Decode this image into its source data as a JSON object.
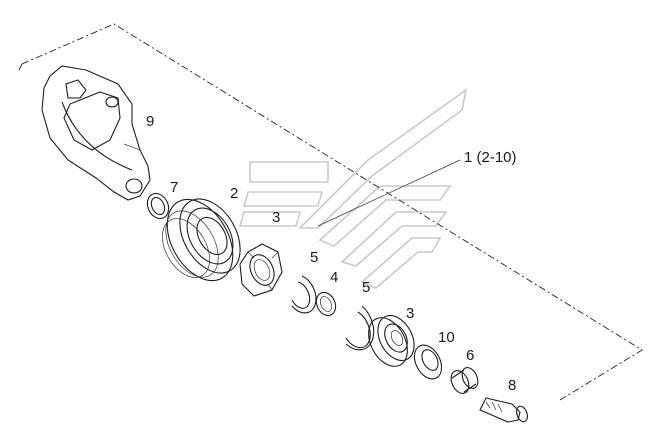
{
  "callouts": {
    "assembly": "1 (2-10)",
    "bracket": "9",
    "snap_ring_small": "7",
    "bearing_large": "2",
    "bearing_large_inner": "3",
    "hub_retainer": "5",
    "spacer_ring": "4",
    "circlip": "5",
    "bearing_small": "3",
    "seal": "10",
    "bushing": "6",
    "bolt": "8"
  },
  "watermark_icon": "stylized-logo-icon",
  "colors": {
    "line": "#1e1e1e",
    "watermark": "#c9c9c9",
    "background": "#ffffff"
  }
}
